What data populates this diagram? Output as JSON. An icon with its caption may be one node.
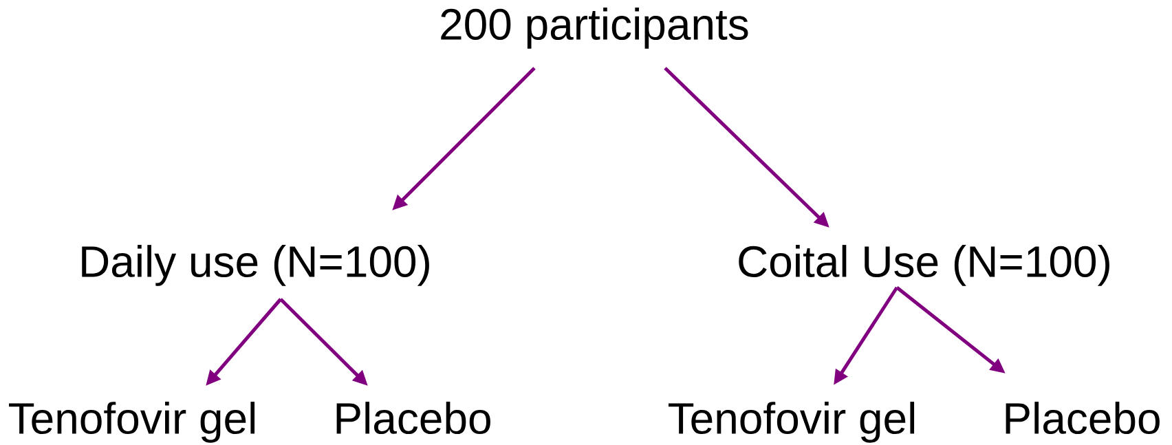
{
  "diagram": {
    "nodes": [
      {
        "text": [
          "200 participants"
        ]
      },
      {
        "text": [
          "Daily use (N=100)"
        ]
      },
      {
        "text": [
          "Coital Use (N=100)"
        ]
      },
      {
        "text": [
          "Tenofovir gel"
        ]
      },
      {
        "text": [
          "Placebo"
        ]
      },
      {
        "text": [
          "Tenofovir gel"
        ]
      },
      {
        "text": [
          "Placebo"
        ]
      }
    ],
    "edges": [
      {
        "from": 0,
        "to": 1,
        "arrow": "to"
      },
      {
        "from": 0,
        "to": 2,
        "arrow": "to"
      },
      {
        "from": 1,
        "to": 3,
        "arrow": "to"
      },
      {
        "from": 1,
        "to": 4,
        "arrow": "to"
      },
      {
        "from": 2,
        "to": 5,
        "arrow": "to"
      },
      {
        "from": 2,
        "to": 6,
        "arrow": "to"
      }
    ]
  }
}
